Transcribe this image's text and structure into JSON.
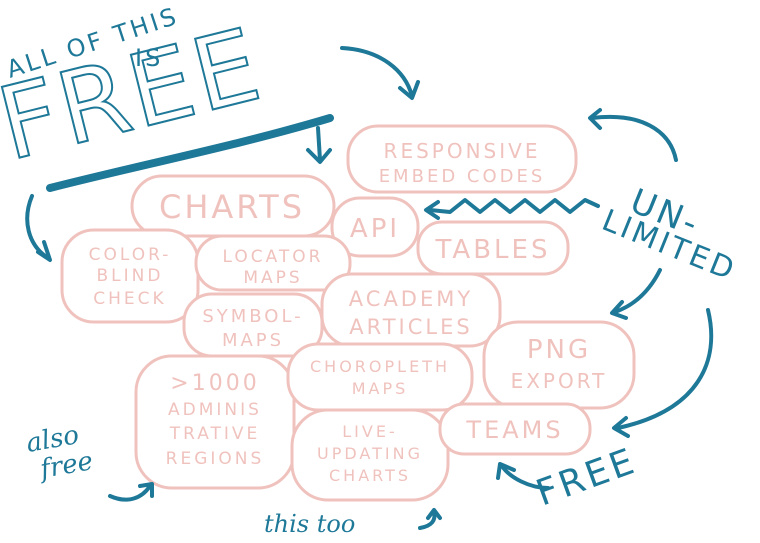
{
  "headline": {
    "line1": "ALL OF THIS",
    "line2": "IS",
    "big": "FREE"
  },
  "features": {
    "responsive_1": "RESPONSIVE",
    "responsive_2": "EMBED CODES",
    "charts": "CHARTS",
    "api": "API",
    "tables": "TABLES",
    "colorblind_1": "COLOR-",
    "colorblind_2": "BLIND",
    "colorblind_3": "CHECK",
    "locator_1": "LOCATOR",
    "locator_2": "MAPS",
    "symbol_1": "SYMBOL-",
    "symbol_2": "MAPS",
    "academy_1": "ACADEMY",
    "academy_2": "ARTICLES",
    "png_1": "PNG",
    "png_2": "EXPORT",
    "admin_1": ">1000",
    "admin_2": "ADMINIS",
    "admin_3": "TRATIVE",
    "admin_4": "REGIONS",
    "choropleth_1": "CHOROPLETH",
    "choropleth_2": "MAPS",
    "live_1": "LIVE-",
    "live_2": "UPDATING",
    "live_3": "CHARTS",
    "teams": "TEAMS"
  },
  "annotations": {
    "unlimited_1": "UN-",
    "unlimited_2": "LIMITED",
    "free_bottom": "FREE",
    "also_1": "also",
    "also_2": "free",
    "this_too": "this too"
  },
  "colors": {
    "bubble_outline": "#f0c2bd",
    "ink_blue": "#1e7898"
  }
}
